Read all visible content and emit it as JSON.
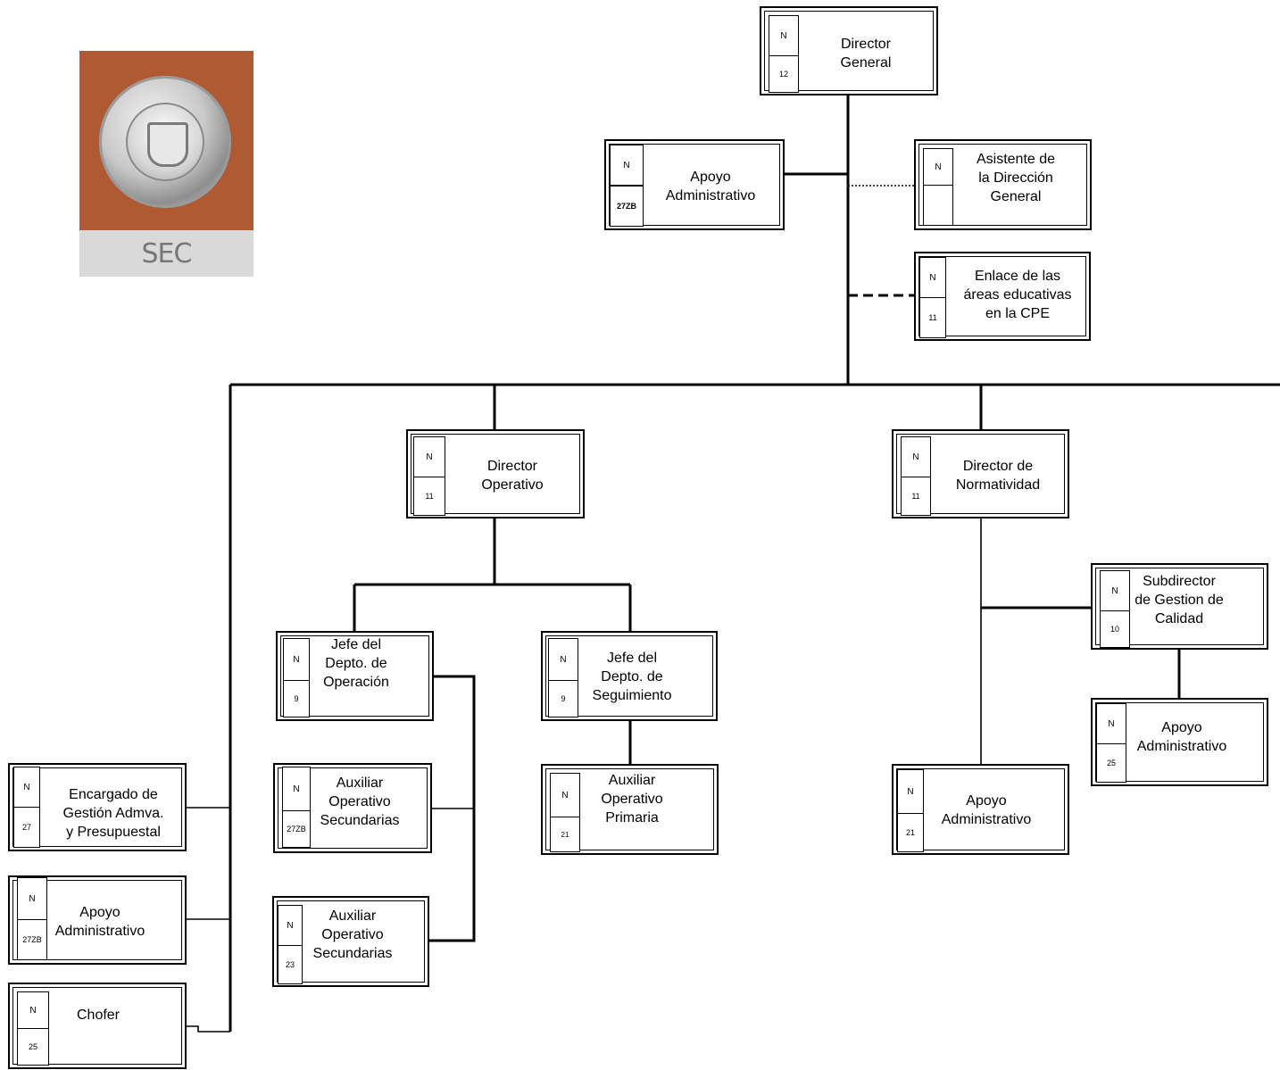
{
  "logo": {
    "text": "SEC"
  },
  "positions": {
    "director_general": {
      "tag": "N",
      "level": "12",
      "title": "Director\nGeneral"
    },
    "apoyo_dg": {
      "tag": "N",
      "level": "27ZB",
      "title": "Apoyo\nAdministrativo"
    },
    "asistente_dg": {
      "tag": "N",
      "level": "",
      "title": "Asistente de\nla Dirección\nGeneral"
    },
    "enlace_cpe": {
      "tag": "N",
      "level": "11",
      "title": "Enlace de las\náreas educativas\nen la CPE"
    },
    "director_operativo": {
      "tag": "N",
      "level": "11",
      "title": "Director\nOperativo"
    },
    "director_normatividad": {
      "tag": "N",
      "level": "11",
      "title": "Director de\nNormatividad"
    },
    "jefe_operacion": {
      "tag": "N",
      "level": "9",
      "title": "Jefe del\nDepto. de\nOperación"
    },
    "jefe_seguimiento": {
      "tag": "N",
      "level": "9",
      "title": "Jefe del\nDepto. de\nSeguimiento"
    },
    "subdirector_calidad": {
      "tag": "N",
      "level": "10",
      "title": "Subdirector\nde Gestion de\nCalidad"
    },
    "apoyo_calidad": {
      "tag": "N",
      "level": "25",
      "title": "Apoyo\nAdministrativo"
    },
    "encargado_gestion": {
      "tag": "N",
      "level": "27",
      "title": "Encargado de\nGestión Admva.\ny Presupuestal"
    },
    "auxiliar_secundarias_1": {
      "tag": "N",
      "level": "27ZB",
      "title": "Auxiliar\nOperativo\nSecundarias"
    },
    "auxiliar_primaria": {
      "tag": "N",
      "level": "21",
      "title": "Auxiliar\nOperativo\nPrimaria"
    },
    "apoyo_normatividad": {
      "tag": "N",
      "level": "21",
      "title": "Apoyo\nAdministrativo"
    },
    "apoyo_izq": {
      "tag": "N",
      "level": "27ZB",
      "title": "Apoyo\nAdministrativo"
    },
    "auxiliar_secundarias_2": {
      "tag": "N",
      "level": "23",
      "title": "Auxiliar\nOperativo\nSecundarias"
    },
    "chofer": {
      "tag": "N",
      "level": "25",
      "title": "Chofer"
    }
  }
}
